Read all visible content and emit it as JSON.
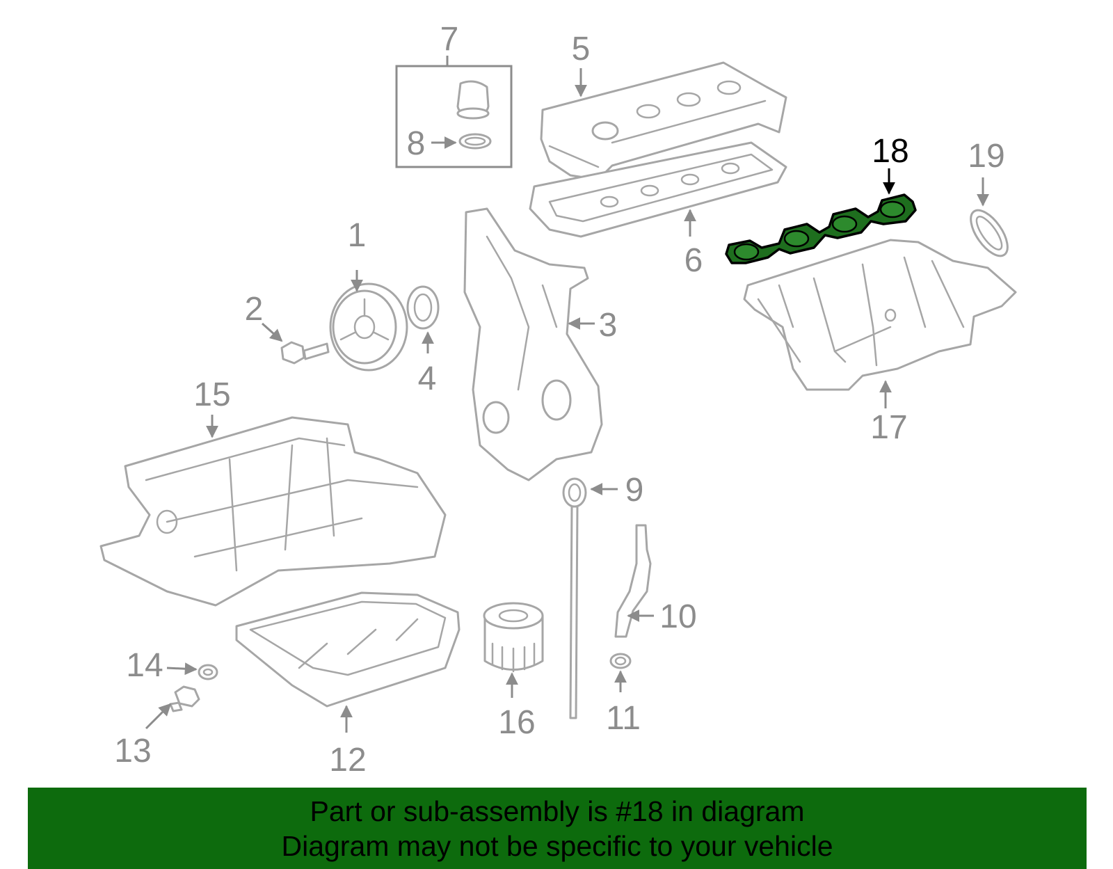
{
  "diagram": {
    "callouts": [
      "1",
      "2",
      "3",
      "4",
      "5",
      "6",
      "7",
      "8",
      "9",
      "10",
      "11",
      "12",
      "13",
      "14",
      "15",
      "16",
      "17",
      "18",
      "19"
    ],
    "highlighted_part": "18",
    "colors": {
      "highlight": "#1e6e1e",
      "banner": "#0d6b0d",
      "line_art": "#a6a6a6",
      "labels": "#8c8c8c"
    }
  },
  "banner": {
    "line1": "Part or sub-assembly is #18 in diagram",
    "line2": "Diagram may not be specific to your vehicle"
  }
}
